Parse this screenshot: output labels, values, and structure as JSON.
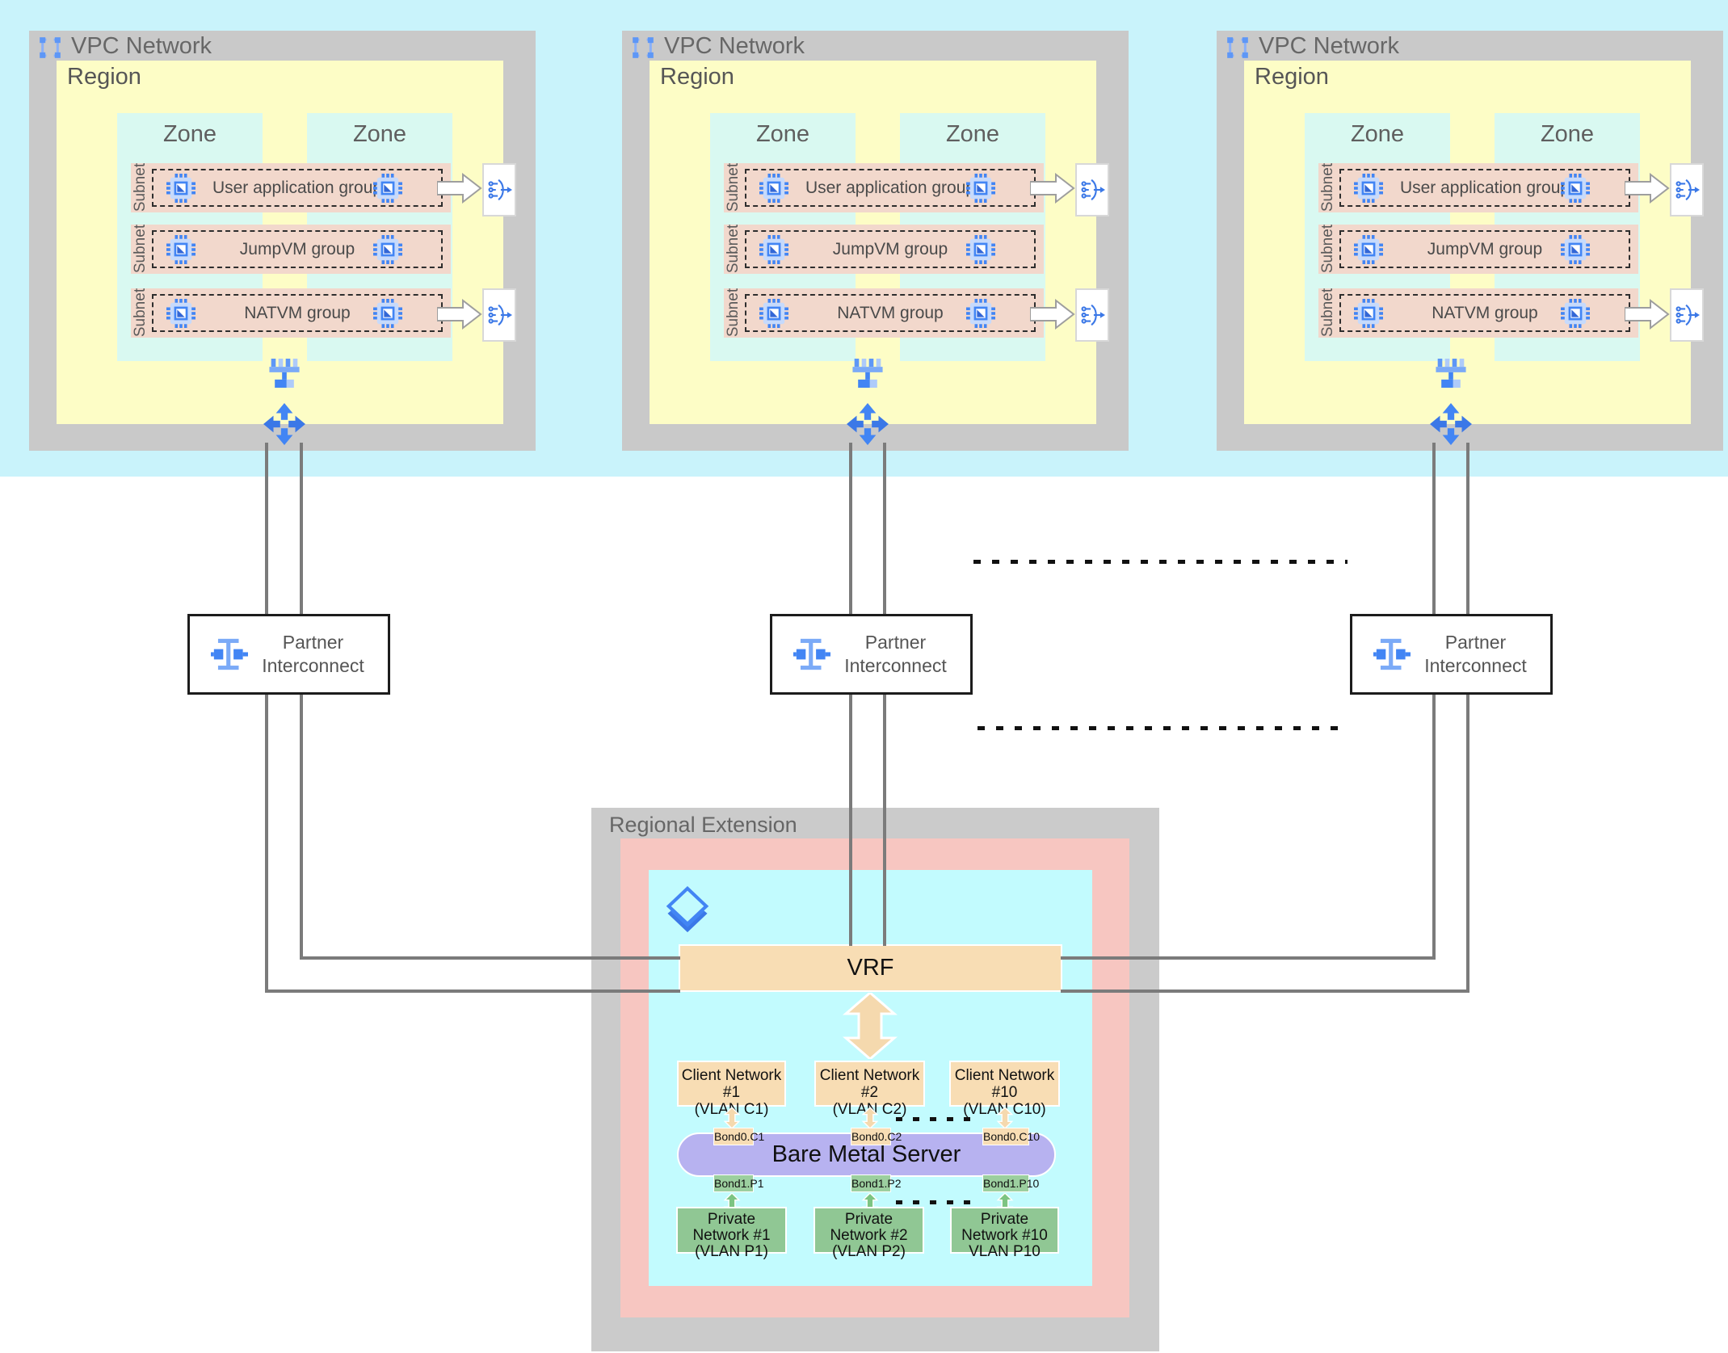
{
  "colors": {
    "top_band": "#c9f3fb",
    "vpc_frame_gray": "#c9c9c9",
    "region_yellow": "#fdfdc6",
    "zone_cyan": "#d9f9f1",
    "subnet_salmon": "#f2d8cc",
    "regional_extension_pink": "#f7c6c1",
    "regional_extension_cyan": "#c2fbfe",
    "vrf_tan": "#f8ddb4",
    "bare_metal_purple": "#b7b2f0",
    "private_green": "#90c794",
    "google_blue": "#4285f4",
    "connector_gray": "#7b7b7b"
  },
  "icons": {
    "vpc": "vpc-selection-brackets-icon",
    "vm": "compute-vm-chip-icon",
    "load_balancer": "load-balancer-icon",
    "switch": "network-switch-icon",
    "four_way": "four-way-arrows-icon",
    "partner_interconnect": "interconnect-i-beam-icon",
    "bare_metal": "stacked-layers-icon"
  },
  "vpcs": [
    {
      "title": "VPC Network",
      "region": "Region",
      "zone_left": "Zone",
      "zone_right": "Zone",
      "subnets": [
        {
          "label": "Subnet",
          "group": "User application group"
        },
        {
          "label": "Subnet",
          "group": "JumpVM group"
        },
        {
          "label": "Subnet",
          "group": "NATVM group"
        }
      ]
    },
    {
      "title": "VPC Network",
      "region": "Region",
      "zone_left": "Zone",
      "zone_right": "Zone",
      "subnets": [
        {
          "label": "Subnet",
          "group": "User application group"
        },
        {
          "label": "Subnet",
          "group": "JumpVM group"
        },
        {
          "label": "Subnet",
          "group": "NATVM group"
        }
      ]
    },
    {
      "title": "VPC Network",
      "region": "Region",
      "zone_left": "Zone",
      "zone_right": "Zone",
      "subnets": [
        {
          "label": "Subnet",
          "group": "User application group"
        },
        {
          "label": "Subnet",
          "group": "JumpVM group"
        },
        {
          "label": "Subnet",
          "group": "NATVM group"
        }
      ]
    }
  ],
  "interconnects": [
    {
      "label": "Partner Interconnect"
    },
    {
      "label": "Partner Interconnect"
    },
    {
      "label": "Partner Interconnect"
    }
  ],
  "regional_extension": {
    "title": "Regional Extension",
    "vrf": "VRF",
    "server": "Bare Metal Server",
    "client_networks": [
      {
        "line1": "Client Network #1",
        "line2": "(VLAN C1)",
        "bond": "Bond0.C1"
      },
      {
        "line1": "Client Network #2",
        "line2": "(VLAN C2)",
        "bond": "Bond0.C2"
      },
      {
        "line1": "Client Network #10",
        "line2": "(VLAN C10)",
        "bond": "Bond0.C10"
      }
    ],
    "private_networks": [
      {
        "line1": "Private Network #1",
        "line2": "(VLAN P1)",
        "bond": "Bond1.P1"
      },
      {
        "line1": "Private Network #2",
        "line2": "(VLAN P2)",
        "bond": "Bond1.P2"
      },
      {
        "line1": "Private Network #10",
        "line2": "VLAN P10",
        "bond": "Bond1.P10"
      }
    ]
  }
}
